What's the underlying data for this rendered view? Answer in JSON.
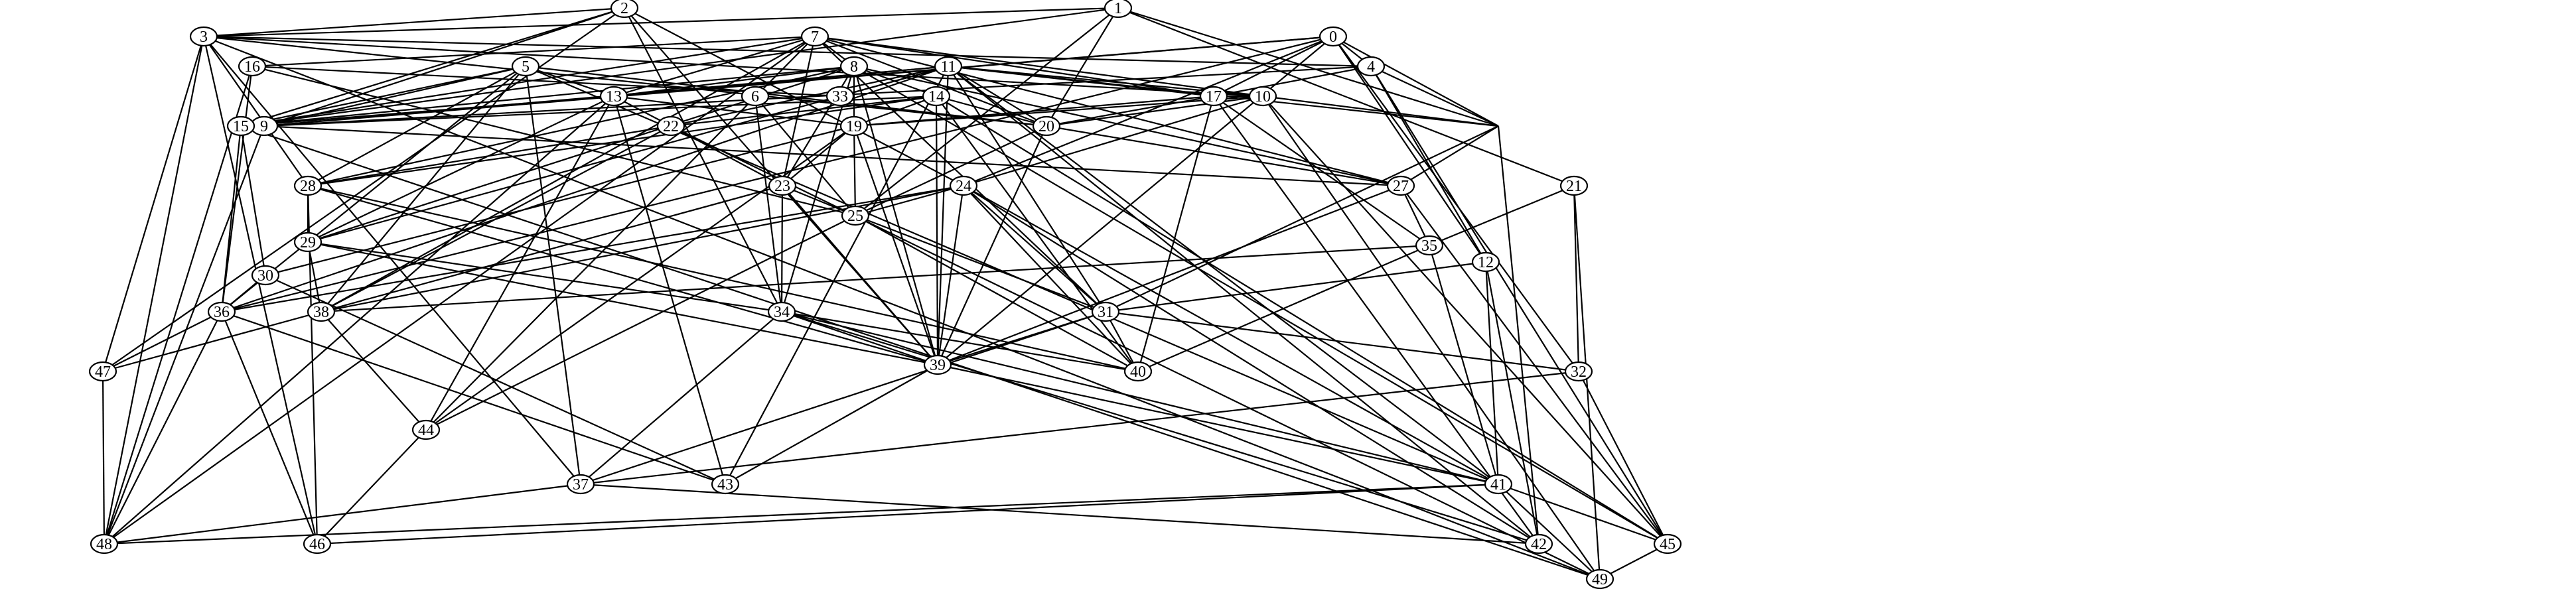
{
  "graph": {
    "kind": "undirected",
    "nodes": [
      "0",
      "1",
      "2",
      "3",
      "4",
      "5",
      "6",
      "7",
      "8",
      "9",
      "10",
      "11",
      "12",
      "13",
      "14",
      "15",
      "16",
      "17",
      "19",
      "20",
      "21",
      "22",
      "23",
      "24",
      "25",
      "27",
      "28",
      "29",
      "30",
      "31",
      "32",
      "33",
      "34",
      "35",
      "36",
      "37",
      "38",
      "39",
      "40",
      "41",
      "42",
      "43",
      "44",
      "45",
      "46",
      "47",
      "48",
      "49"
    ],
    "edges": [
      [
        "1",
        "3"
      ],
      [
        "1",
        "15"
      ],
      [
        "1",
        "18"
      ],
      [
        "1",
        "21"
      ],
      [
        "1",
        "20"
      ],
      [
        "1",
        "25"
      ],
      [
        "2",
        "3"
      ],
      [
        "2",
        "47"
      ],
      [
        "2",
        "34"
      ],
      [
        "2",
        "39"
      ],
      [
        "2",
        "9"
      ],
      [
        "2",
        "24"
      ],
      [
        "2",
        "15"
      ],
      [
        "3",
        "47"
      ],
      [
        "3",
        "48"
      ],
      [
        "3",
        "49"
      ],
      [
        "3",
        "28"
      ],
      [
        "3",
        "10"
      ],
      [
        "3",
        "4"
      ],
      [
        "3",
        "37"
      ],
      [
        "3",
        "46"
      ],
      [
        "3",
        "20"
      ],
      [
        "7",
        "8"
      ],
      [
        "7",
        "13"
      ],
      [
        "7",
        "16"
      ],
      [
        "7",
        "23"
      ],
      [
        "7",
        "20"
      ],
      [
        "7",
        "27"
      ],
      [
        "7",
        "10"
      ],
      [
        "7",
        "31"
      ],
      [
        "7",
        "38"
      ],
      [
        "7",
        "44"
      ],
      [
        "7",
        "48"
      ],
      [
        "7",
        "15"
      ],
      [
        "7",
        "17"
      ],
      [
        "0",
        "4"
      ],
      [
        "0",
        "9"
      ],
      [
        "0",
        "13"
      ],
      [
        "0",
        "17"
      ],
      [
        "0",
        "18"
      ],
      [
        "0",
        "12"
      ],
      [
        "0",
        "24"
      ],
      [
        "0",
        "39"
      ],
      [
        "0",
        "32"
      ],
      [
        "0",
        "36"
      ],
      [
        "4",
        "12"
      ],
      [
        "4",
        "17"
      ],
      [
        "4",
        "18"
      ],
      [
        "4",
        "45"
      ],
      [
        "4",
        "9"
      ],
      [
        "16",
        "48"
      ],
      [
        "16",
        "36"
      ],
      [
        "16",
        "33"
      ],
      [
        "16",
        "25"
      ],
      [
        "5",
        "9"
      ],
      [
        "5",
        "13"
      ],
      [
        "5",
        "15"
      ],
      [
        "5",
        "28"
      ],
      [
        "5",
        "29"
      ],
      [
        "5",
        "37"
      ],
      [
        "5",
        "38"
      ],
      [
        "5",
        "41"
      ],
      [
        "5",
        "20"
      ],
      [
        "8",
        "13"
      ],
      [
        "8",
        "14"
      ],
      [
        "8",
        "19"
      ],
      [
        "8",
        "23"
      ],
      [
        "8",
        "34"
      ],
      [
        "8",
        "39"
      ],
      [
        "8",
        "45"
      ],
      [
        "8",
        "15"
      ],
      [
        "8",
        "28"
      ],
      [
        "8",
        "29"
      ],
      [
        "8",
        "27"
      ],
      [
        "11",
        "13"
      ],
      [
        "11",
        "17"
      ],
      [
        "11",
        "20"
      ],
      [
        "11",
        "22"
      ],
      [
        "11",
        "29"
      ],
      [
        "11",
        "33"
      ],
      [
        "11",
        "39"
      ],
      [
        "11",
        "41"
      ],
      [
        "11",
        "42"
      ],
      [
        "11",
        "43"
      ],
      [
        "11",
        "10"
      ],
      [
        "11",
        "31"
      ],
      [
        "11",
        "36"
      ],
      [
        "11",
        "9"
      ],
      [
        "11",
        "18"
      ],
      [
        "13",
        "15"
      ],
      [
        "13",
        "19"
      ],
      [
        "13",
        "22"
      ],
      [
        "13",
        "29"
      ],
      [
        "13",
        "43"
      ],
      [
        "13",
        "44"
      ],
      [
        "13",
        "48"
      ],
      [
        "14",
        "19"
      ],
      [
        "14",
        "20"
      ],
      [
        "14",
        "22"
      ],
      [
        "14",
        "28"
      ],
      [
        "14",
        "39"
      ],
      [
        "14",
        "40"
      ],
      [
        "14",
        "45"
      ],
      [
        "14",
        "9"
      ],
      [
        "6",
        "25"
      ],
      [
        "6",
        "34"
      ],
      [
        "10",
        "17"
      ],
      [
        "10",
        "19"
      ],
      [
        "10",
        "20"
      ],
      [
        "10",
        "24"
      ],
      [
        "10",
        "45"
      ],
      [
        "10",
        "49"
      ],
      [
        "10",
        "18"
      ],
      [
        "17",
        "19"
      ],
      [
        "17",
        "20"
      ],
      [
        "17",
        "35"
      ],
      [
        "17",
        "40"
      ],
      [
        "17",
        "42"
      ],
      [
        "15",
        "30"
      ],
      [
        "15",
        "36"
      ],
      [
        "15",
        "49"
      ],
      [
        "9",
        "27"
      ],
      [
        "9",
        "48"
      ],
      [
        "19",
        "23"
      ],
      [
        "19",
        "25"
      ],
      [
        "19",
        "39"
      ],
      [
        "19",
        "30"
      ],
      [
        "19",
        "44"
      ],
      [
        "20",
        "39"
      ],
      [
        "20",
        "25"
      ],
      [
        "22",
        "23"
      ],
      [
        "22",
        "28"
      ],
      [
        "22",
        "38"
      ],
      [
        "22",
        "49"
      ],
      [
        "18",
        "27"
      ],
      [
        "18",
        "31"
      ],
      [
        "18",
        "42"
      ],
      [
        "21",
        "35"
      ],
      [
        "21",
        "32"
      ],
      [
        "21",
        "49"
      ],
      [
        "23",
        "25"
      ],
      [
        "23",
        "34"
      ],
      [
        "23",
        "39"
      ],
      [
        "23",
        "47"
      ],
      [
        "24",
        "25"
      ],
      [
        "24",
        "31"
      ],
      [
        "24",
        "36"
      ],
      [
        "24",
        "40"
      ],
      [
        "24",
        "38"
      ],
      [
        "24",
        "39"
      ],
      [
        "24",
        "42"
      ],
      [
        "24",
        "41"
      ],
      [
        "27",
        "35"
      ],
      [
        "27",
        "39"
      ],
      [
        "27",
        "45"
      ],
      [
        "28",
        "29"
      ],
      [
        "28",
        "46"
      ],
      [
        "28",
        "39"
      ],
      [
        "28",
        "40"
      ],
      [
        "29",
        "34"
      ],
      [
        "29",
        "36"
      ],
      [
        "29",
        "38"
      ],
      [
        "29",
        "39"
      ],
      [
        "30",
        "36"
      ],
      [
        "30",
        "43"
      ],
      [
        "25",
        "31"
      ],
      [
        "25",
        "40"
      ],
      [
        "25",
        "44"
      ],
      [
        "31",
        "32"
      ],
      [
        "31",
        "37"
      ],
      [
        "31",
        "39"
      ],
      [
        "31",
        "40"
      ],
      [
        "12",
        "41"
      ],
      [
        "12",
        "42"
      ],
      [
        "12",
        "31"
      ],
      [
        "35",
        "41"
      ],
      [
        "35",
        "38"
      ],
      [
        "35",
        "40"
      ],
      [
        "36",
        "43"
      ],
      [
        "36",
        "46"
      ],
      [
        "36",
        "47"
      ],
      [
        "36",
        "48"
      ],
      [
        "34",
        "37"
      ],
      [
        "34",
        "39"
      ],
      [
        "34",
        "40"
      ],
      [
        "34",
        "42"
      ],
      [
        "34",
        "41"
      ],
      [
        "38",
        "44"
      ],
      [
        "39",
        "43"
      ],
      [
        "39",
        "41"
      ],
      [
        "32",
        "45"
      ],
      [
        "32",
        "37"
      ],
      [
        "41",
        "45"
      ],
      [
        "41",
        "46"
      ],
      [
        "41",
        "48"
      ],
      [
        "41",
        "49"
      ],
      [
        "37",
        "48"
      ],
      [
        "37",
        "42"
      ],
      [
        "44",
        "46"
      ],
      [
        "47",
        "48"
      ],
      [
        "45",
        "49"
      ],
      [
        "20",
        "27"
      ]
    ]
  }
}
